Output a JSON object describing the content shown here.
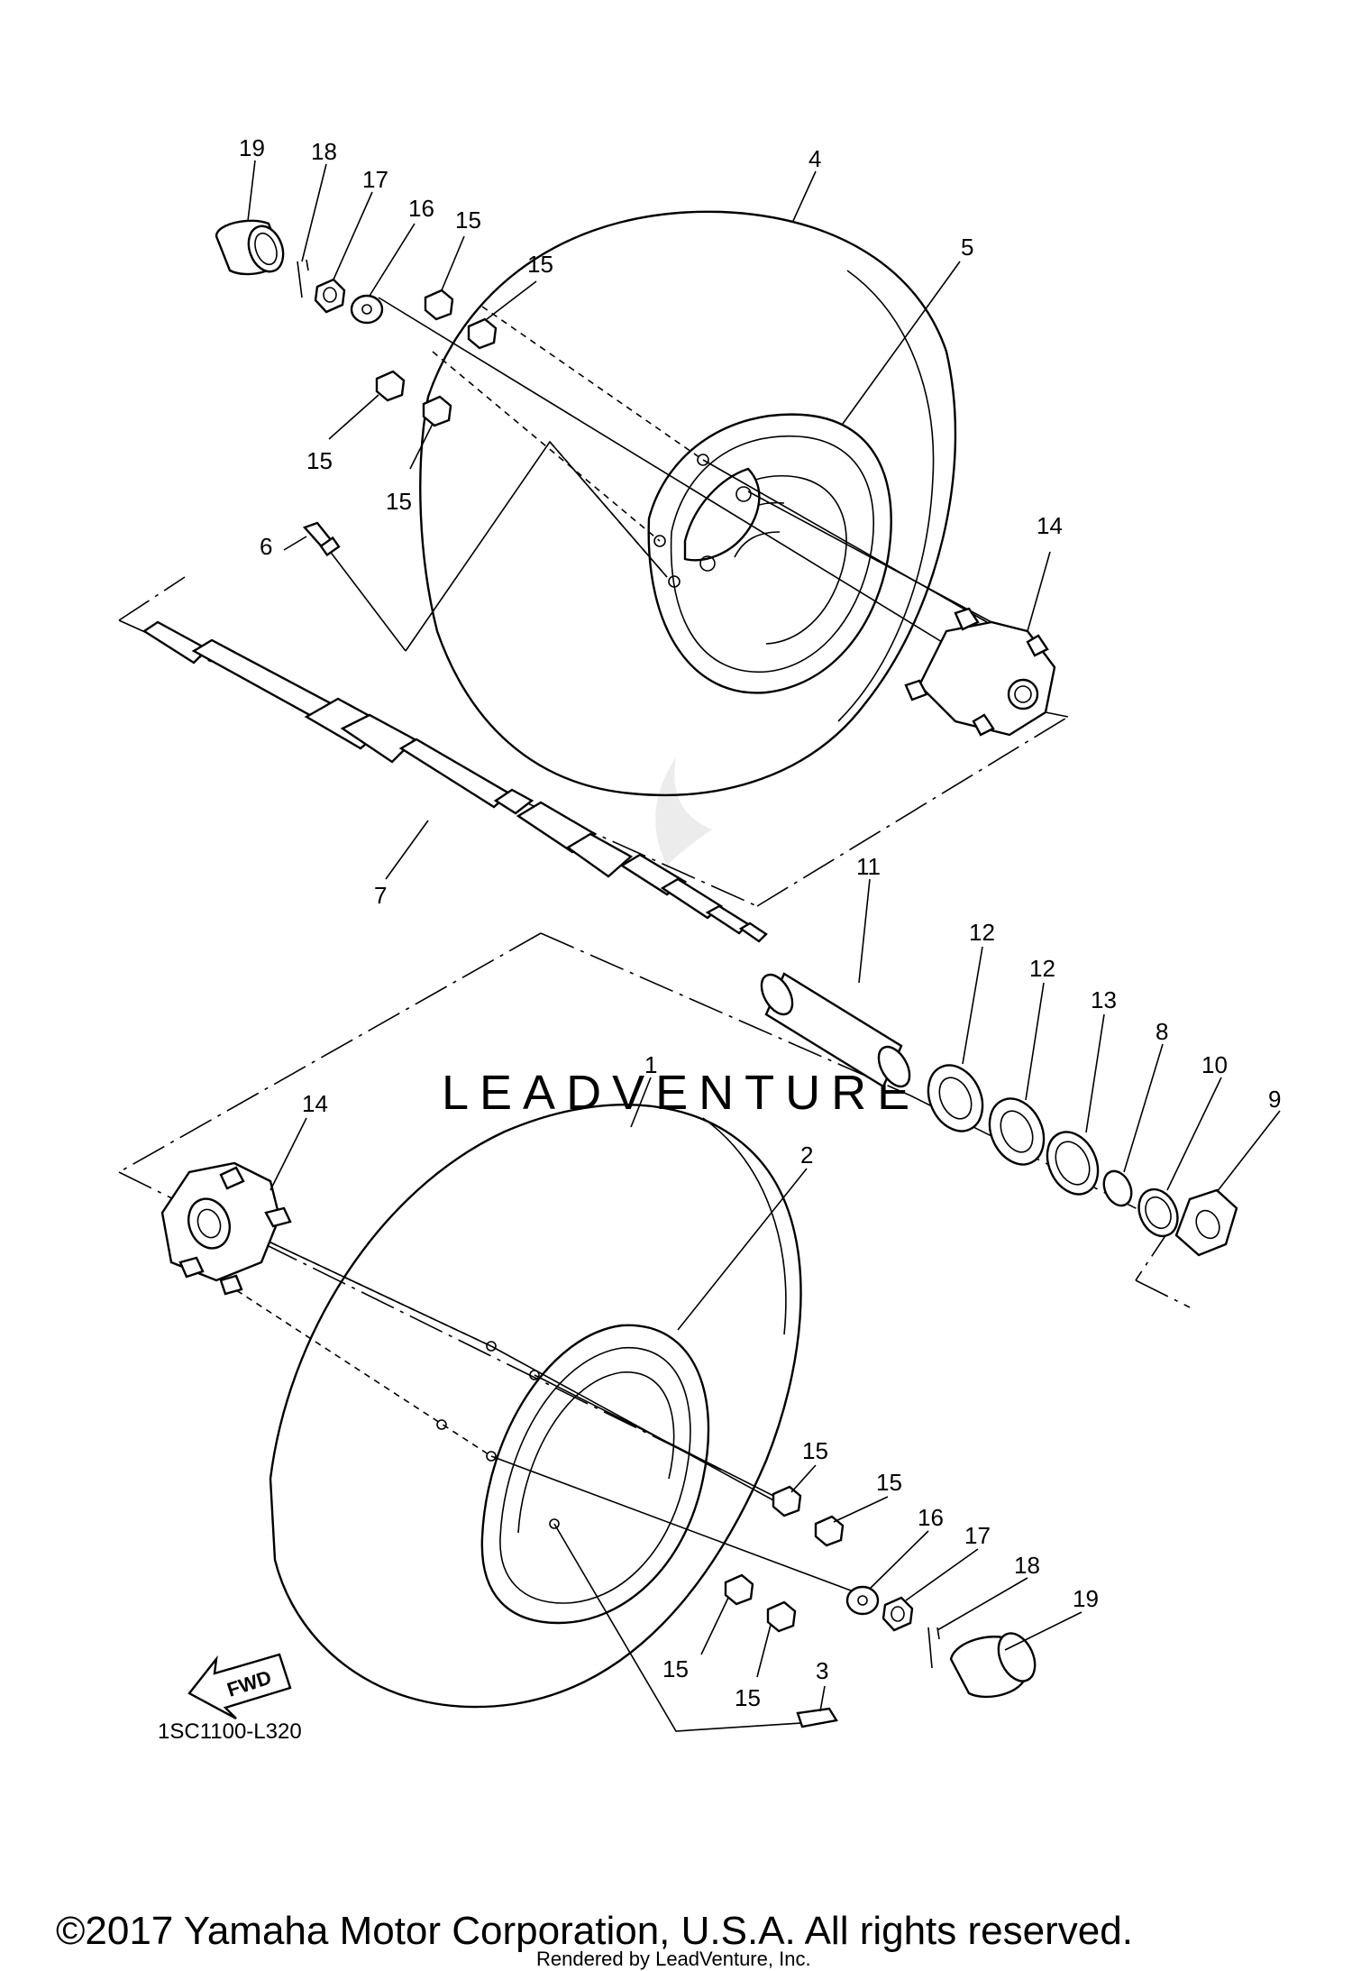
{
  "diagram": {
    "code": "1SC1100-L320",
    "fwd_label": "FWD",
    "watermark": "LEADVENTURE",
    "copyright": "©2017 Yamaha Motor Corporation, U.S.A. All rights reserved.",
    "rendered_by": "Rendered by LeadVenture, Inc."
  },
  "callouts": {
    "top": {
      "p19": "19",
      "p18": "18",
      "p17": "17",
      "p16": "16",
      "p15a": "15",
      "p15b": "15",
      "p15c": "15",
      "p15d": "15",
      "p4": "4",
      "p5": "5",
      "p6": "6",
      "p14": "14",
      "p7": "7"
    },
    "middle": {
      "p11": "11",
      "p12a": "12",
      "p12b": "12",
      "p13": "13",
      "p8": "8",
      "p10": "10",
      "p9": "9"
    },
    "bottom": {
      "p1": "1",
      "p2": "2",
      "p14": "14",
      "p15a": "15",
      "p15b": "15",
      "p15c": "15",
      "p15d": "15",
      "p16": "16",
      "p17": "17",
      "p18": "18",
      "p19": "19",
      "p3": "3"
    }
  }
}
